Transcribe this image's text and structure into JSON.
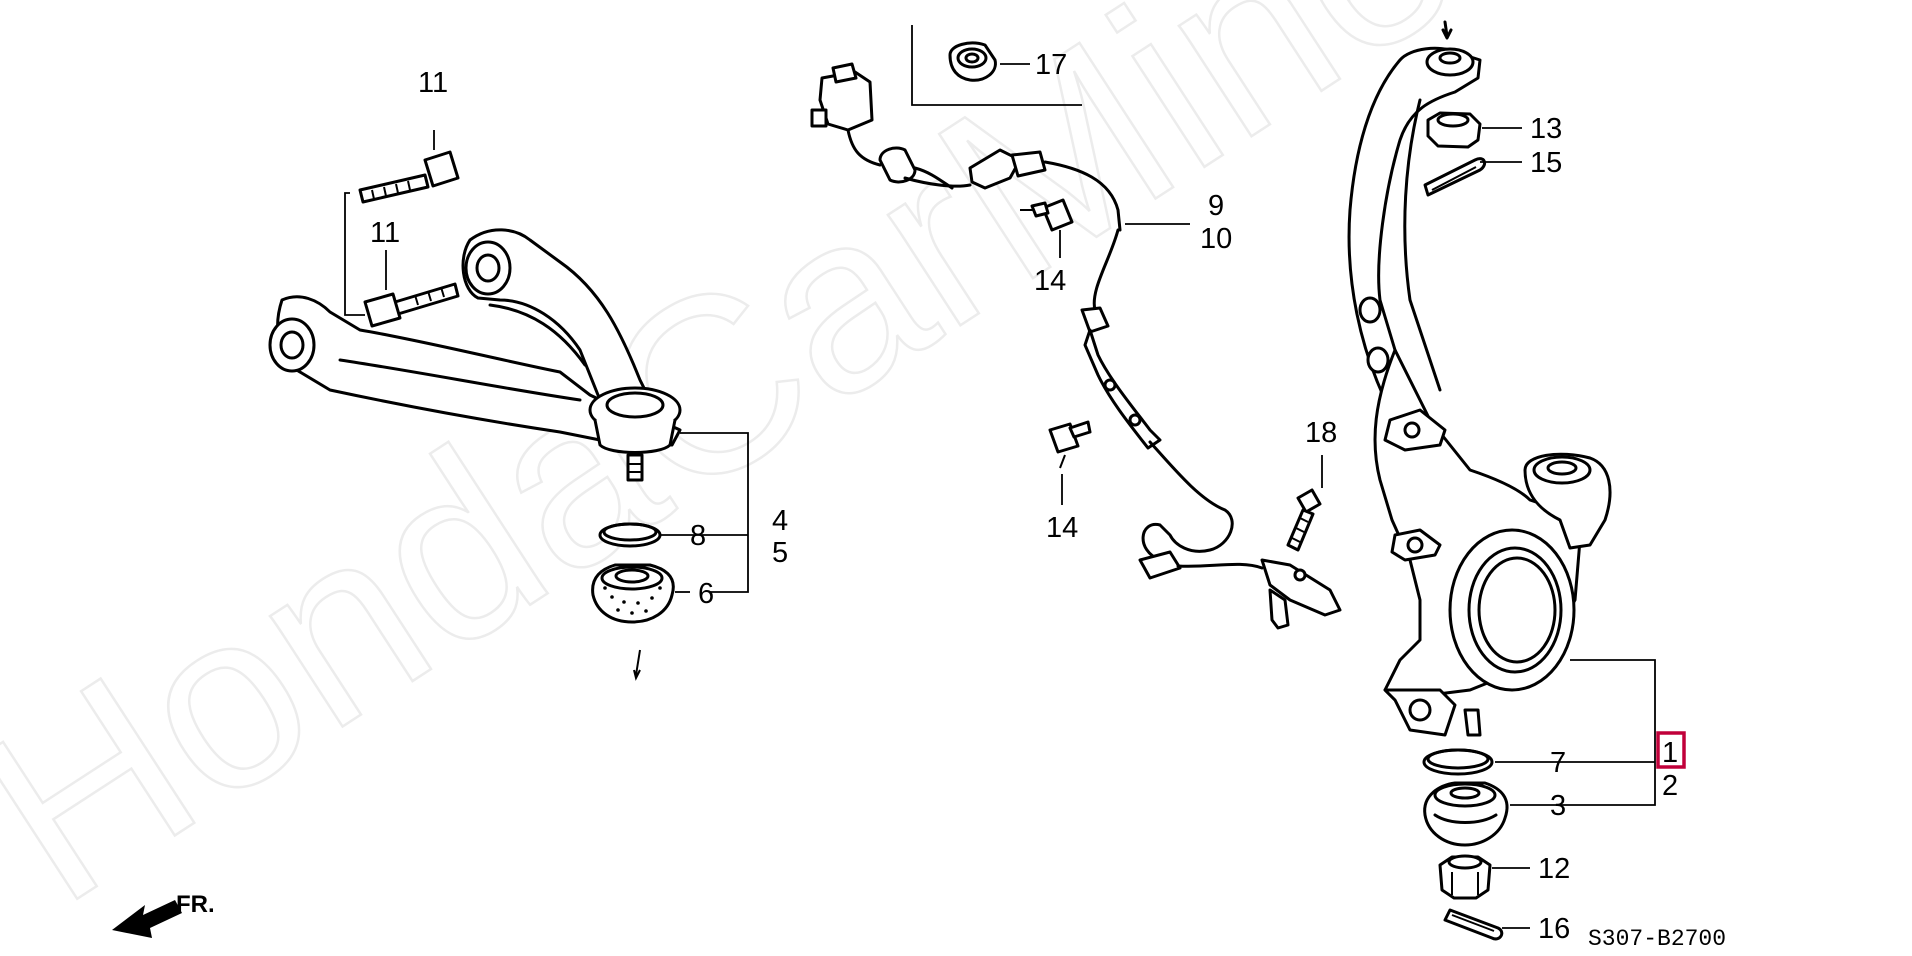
{
  "watermark": "HondaCarMine.ru",
  "diagram_code": "S307-B2700",
  "direction_label": "FR.",
  "highlighted_part": "1",
  "callouts": {
    "p1": "1",
    "p2": "2",
    "p3": "3",
    "p4": "4",
    "p5": "5",
    "p6": "6",
    "p7": "7",
    "p8": "8",
    "p9": "9",
    "p10": "10",
    "p11a": "11",
    "p11b": "11",
    "p12": "12",
    "p13": "13",
    "p14a": "14",
    "p14b": "14",
    "p15": "15",
    "p16": "16",
    "p17": "17",
    "p18": "18"
  }
}
